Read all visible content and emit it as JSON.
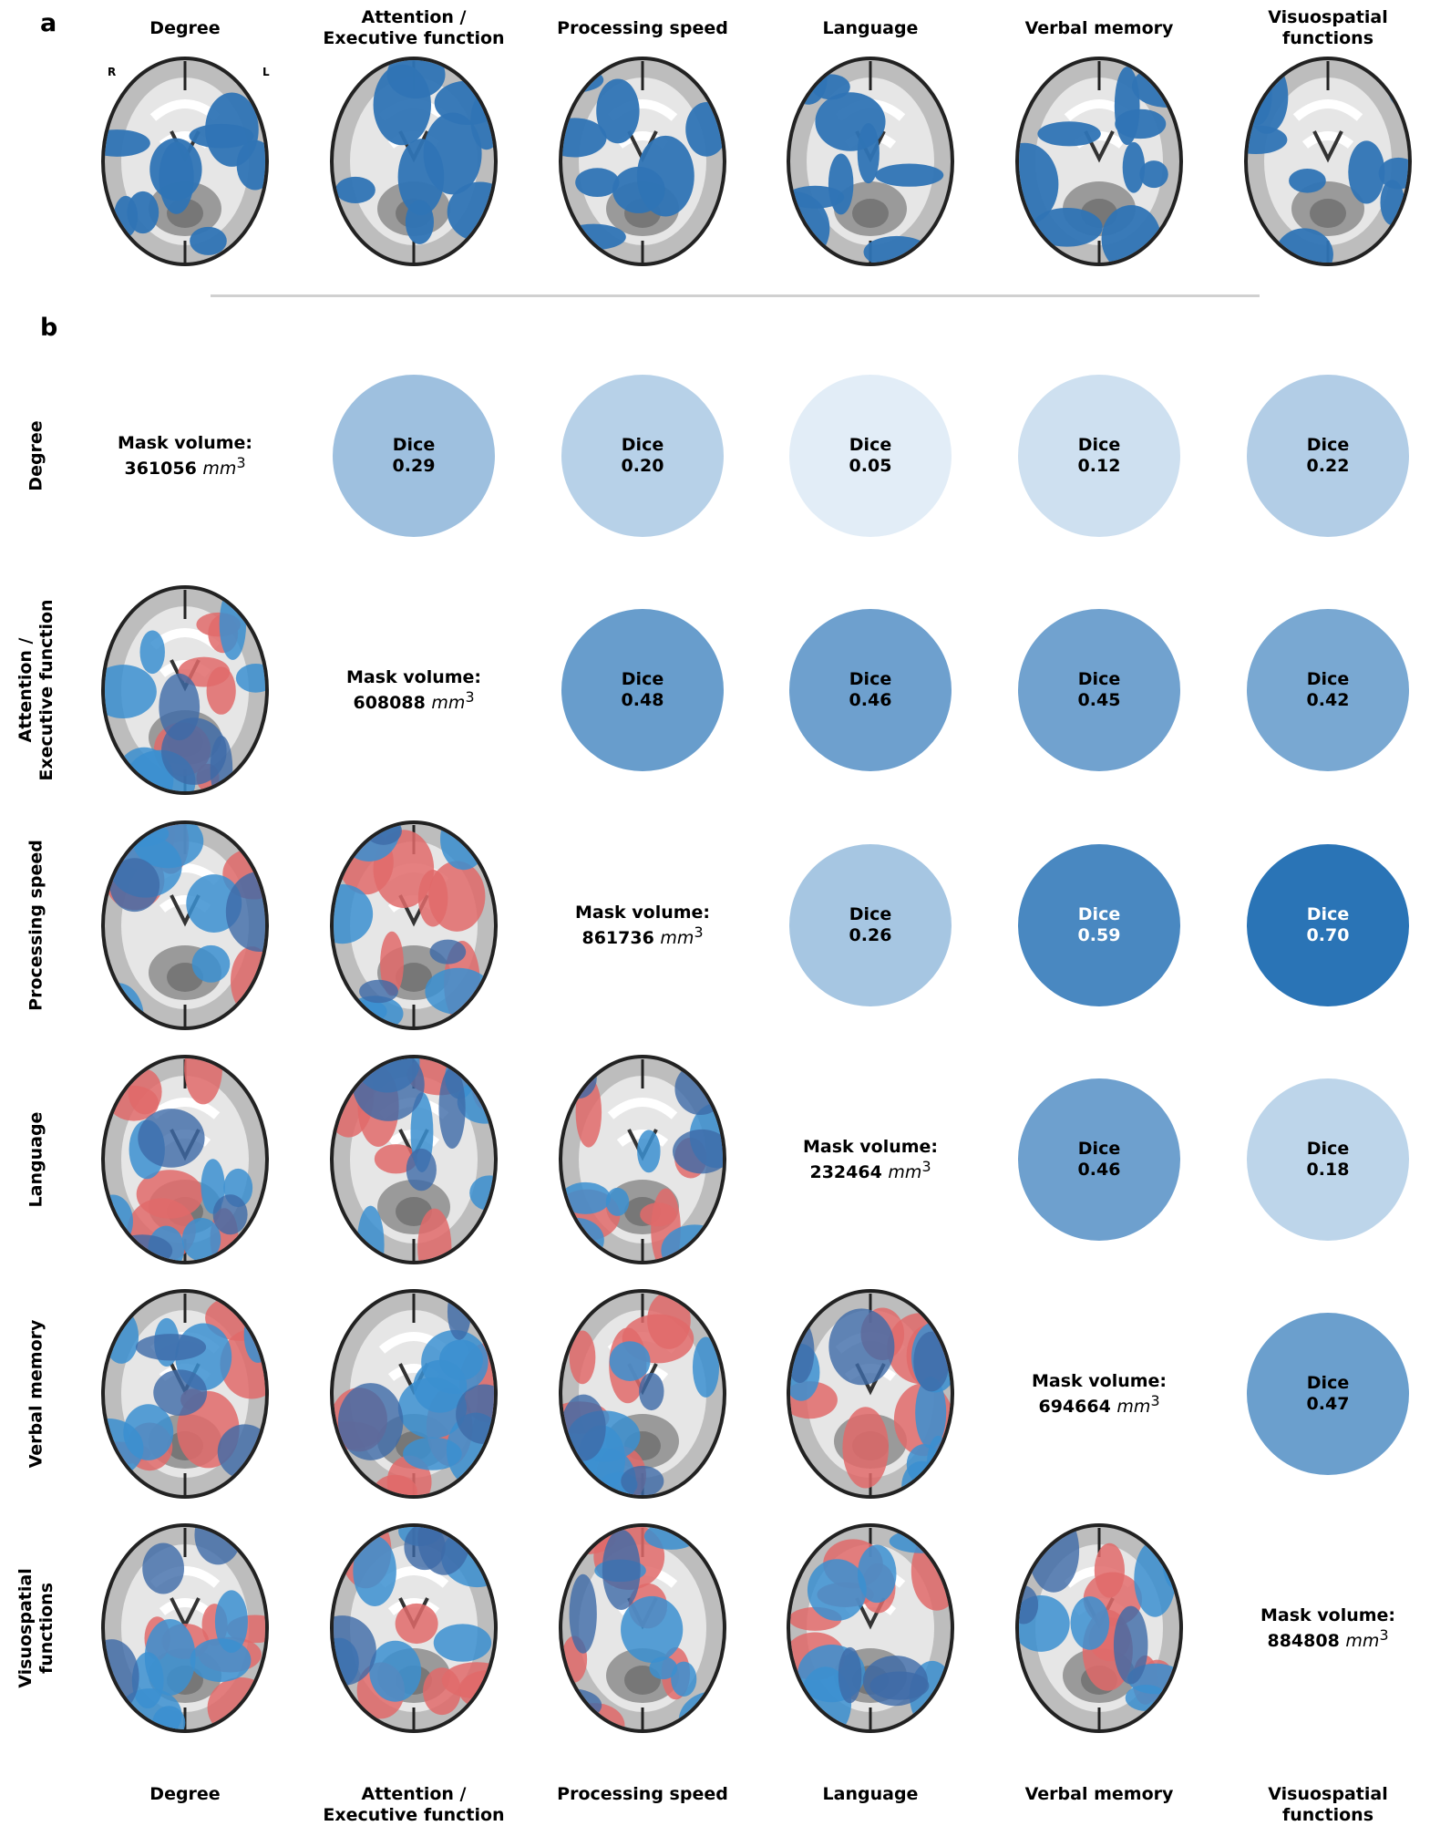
{
  "panel_a": {
    "letter": "a",
    "orientation": {
      "right": "R",
      "left": "L"
    },
    "columns": [
      "Degree",
      "Attention /\nExecutive function",
      "Processing speed",
      "Language",
      "Verbal memory",
      "Visuospatial\nfunctions"
    ]
  },
  "panel_b": {
    "letter": "b",
    "labels": [
      "Degree",
      "Attention /\nExecutive function",
      "Processing speed",
      "Language",
      "Verbal memory",
      "Visuospatial\nfunctions"
    ],
    "mask_label": "Mask volume:",
    "mask_unit": "mm",
    "mask_unit_exp": "3",
    "mask_volumes": [
      "361056",
      "608088",
      "861736",
      "232464",
      "694664",
      "884808"
    ],
    "dice_label": "Dice",
    "dice": [
      {
        "row": 0,
        "col": 1,
        "value": "0.29"
      },
      {
        "row": 0,
        "col": 2,
        "value": "0.20"
      },
      {
        "row": 0,
        "col": 3,
        "value": "0.05"
      },
      {
        "row": 0,
        "col": 4,
        "value": "0.12"
      },
      {
        "row": 0,
        "col": 5,
        "value": "0.22"
      },
      {
        "row": 1,
        "col": 2,
        "value": "0.48"
      },
      {
        "row": 1,
        "col": 3,
        "value": "0.46"
      },
      {
        "row": 1,
        "col": 4,
        "value": "0.45"
      },
      {
        "row": 1,
        "col": 5,
        "value": "0.42"
      },
      {
        "row": 2,
        "col": 3,
        "value": "0.26"
      },
      {
        "row": 2,
        "col": 4,
        "value": "0.59"
      },
      {
        "row": 2,
        "col": 5,
        "value": "0.70"
      },
      {
        "row": 3,
        "col": 4,
        "value": "0.46"
      },
      {
        "row": 3,
        "col": 5,
        "value": "0.18"
      },
      {
        "row": 4,
        "col": 5,
        "value": "0.47"
      }
    ]
  },
  "colors": {
    "mask_blue": "#2f74b5",
    "overlay_blue": "#3b8fd0",
    "overlay_red": "#e06a6a",
    "overlap": "#3d6aa8"
  }
}
